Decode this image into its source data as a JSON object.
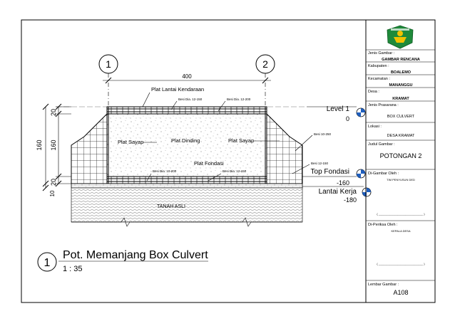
{
  "drawing": {
    "labels": {
      "plat_lantai_kendaraan": "Plat Lantai Kendaraan",
      "plat_sayap_left": "Plat Sayap",
      "plat_dinding": "Plat Dinding",
      "plat_sayap_right": "Plat Sayap",
      "plat_fondasi": "Plat Fondasi",
      "tanah_asli": "TANAH ASLI"
    },
    "rebar": {
      "top_left": "Besi Dia. 12-150",
      "top_right": "Besi Dia. 12-200",
      "bottom_left": "Besi Dia. 10-200",
      "bottom_right": "Besi Dia. 12-150",
      "side_upper": "Besi 10-250",
      "side_lower": "Besi 12-150"
    },
    "grid": {
      "axis_1": "1",
      "axis_2": "2"
    },
    "dimensions": {
      "span": "400",
      "slab_top": "20",
      "wall_height": "160",
      "total_height": "160",
      "slab_bottom": "20",
      "bottom_10": "10"
    },
    "levels": [
      {
        "name": "Level 1",
        "value": "0"
      },
      {
        "name": "Top Fondasi",
        "value": "-160"
      },
      {
        "name": "Lantai Kerja",
        "value": "-180"
      }
    ],
    "title": {
      "number": "1",
      "text": "Pot. Memanjang Box Culvert",
      "scale": "1 : 35"
    }
  },
  "title_block": {
    "jenis_gambar_label": "Jenis Gambar :",
    "jenis_gambar": "GAMBAR RENCANA",
    "kabupaten_label": "Kabupaten :",
    "kabupaten": "BOALEMO",
    "kecamatan_label": "Kecamatan :",
    "kecamatan": "MANANGGU",
    "desa_label": "Desa :",
    "desa": "KRAMAT",
    "jenis_prasarana_label": "Jenis Prasarana :",
    "jenis_prasarana": "BOX CULVERT",
    "lokasi_label": "Lokasi :",
    "lokasi": "DESA KRAMAT",
    "judul_gambar_label": "Judul Gambar :",
    "judul_gambar": "POTONGAN 2",
    "digambar_label": "Di-Gambar Oleh :",
    "digambar": "TIM PENYUSUN DED",
    "signature_1": "(  ____________________________  )",
    "diperiksa_label": "Di-Periksa Oleh :",
    "diperiksa": "KEPALA DESA",
    "signature_2": "(  ____________________________  )",
    "lembar_label": "Lembar Gambar :",
    "lembar": "A108"
  },
  "colors": {
    "logo_green": "#1f8a3a",
    "logo_yellow": "#f2c200",
    "level_marker_blue": "#1f5fbf"
  }
}
